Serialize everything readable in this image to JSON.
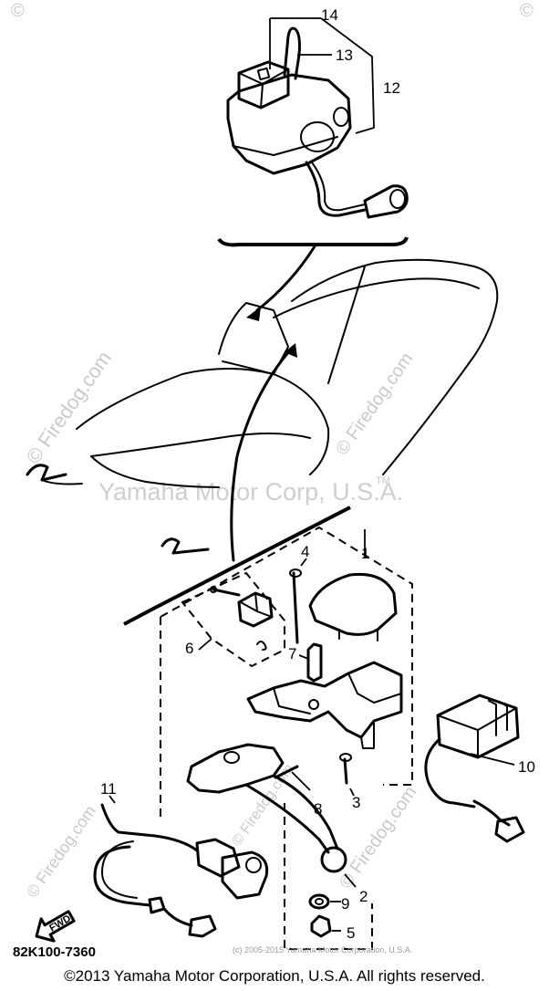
{
  "watermarks": {
    "firedog_left": "© Firedog.com",
    "firedog_mid": "© Firedog.com",
    "firedog_right": "© Firedog.com",
    "firedog_bottom_left": "© Firedog.com",
    "firedog_bottom_right": "© Firedog.com",
    "yamaha_tm": "Yamaha Motor Corp, U.S.A.",
    "tm_mark": "TM",
    "corner_c": "©",
    "small_credit": "(c) 2005-2015 Yamaha Motor Corporation, U.S.A."
  },
  "callouts": {
    "c1": "1",
    "c2": "2",
    "c3": "3",
    "c4": "4",
    "c5": "5",
    "c6": "6",
    "c7": "7",
    "c8": "8",
    "c9": "9",
    "c10": "10",
    "c11": "11",
    "c12": "12",
    "c13": "13",
    "c14": "14"
  },
  "diagram_code": "82K100-7360",
  "fwd_label": "FWD",
  "footer": "©2013 Yamaha Motor Corporation, U.S.A. All rights reserved."
}
